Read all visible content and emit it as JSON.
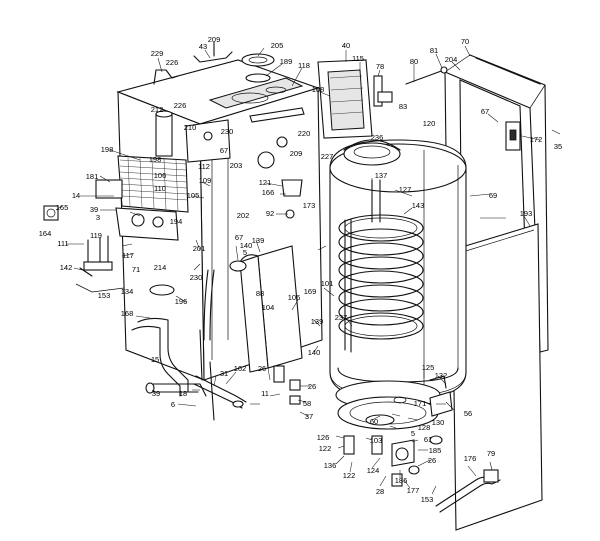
{
  "part_labels": [
    "209",
    "205",
    "40",
    "70",
    "43",
    "229",
    "226",
    "189",
    "118",
    "115",
    "78",
    "80",
    "81",
    "204",
    "108",
    "83",
    "67",
    "212",
    "226",
    "210",
    "230",
    "67",
    "236",
    "120",
    "172",
    "35",
    "198",
    "203",
    "220",
    "227",
    "112",
    "209",
    "198",
    "106",
    "110",
    "181",
    "14",
    "165",
    "39",
    "109",
    "105",
    "121",
    "166",
    "173",
    "137",
    "127",
    "69",
    "164",
    "3",
    "202",
    "92",
    "143",
    "193",
    "194",
    "111",
    "119",
    "117",
    "201",
    "5",
    "214",
    "71",
    "139",
    "140",
    "67",
    "230",
    "142",
    "134",
    "153",
    "196",
    "88",
    "104",
    "106",
    "169",
    "101",
    "237",
    "168",
    "139",
    "140",
    "15",
    "125",
    "132",
    "162",
    "31",
    "18",
    "39",
    "6",
    "11",
    "26",
    "26",
    "58",
    "37",
    "56",
    "60",
    "171",
    "130",
    "128",
    "5",
    "126",
    "122",
    "103",
    "61",
    "185",
    "136",
    "124",
    "26",
    "122",
    "186",
    "176",
    "79",
    "28",
    "177",
    "153"
  ]
}
